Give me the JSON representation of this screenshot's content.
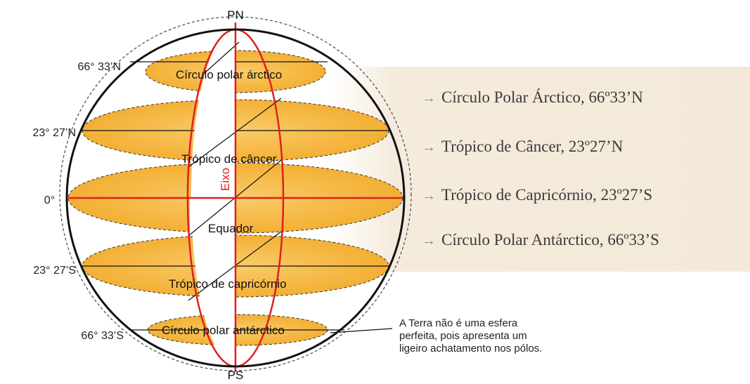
{
  "diagram": {
    "poles": {
      "north": "PN",
      "south": "PS"
    },
    "latitudes": [
      {
        "id": "ant-n",
        "degree_label": "66° 33’N",
        "band_name": "Círculo polar árctico"
      },
      {
        "id": "trop-n",
        "degree_label": "23° 27’N",
        "band_name": "Trópico de câncer"
      },
      {
        "id": "equator",
        "degree_label": "0°",
        "band_name": "Equador"
      },
      {
        "id": "trop-s",
        "degree_label": "23° 27’S",
        "band_name": "Trópico de capricórnio"
      },
      {
        "id": "ant-s",
        "degree_label": "66° 33’S",
        "band_name": "Círculo polar antárctico"
      }
    ],
    "axis_label": "Eixo",
    "legend": [
      "Círculo Polar Árctico, 66º33’N",
      "Trópico de Câncer, 23º27’N",
      "Trópico de Capricórnio, 23º27’S",
      "Círculo Polar Antárctico, 66º33’S"
    ],
    "note_lines": [
      "A Terra não é uma esfera",
      "perfeita, pois apresenta um",
      "ligeiro achatamento nos pólos."
    ],
    "colors": {
      "band_fill": "#F5B335",
      "band_fill_light": "#F9CC6A",
      "axis_red": "#E02020",
      "outline": "#111111",
      "legend_bg": "#F4E9D8"
    }
  }
}
